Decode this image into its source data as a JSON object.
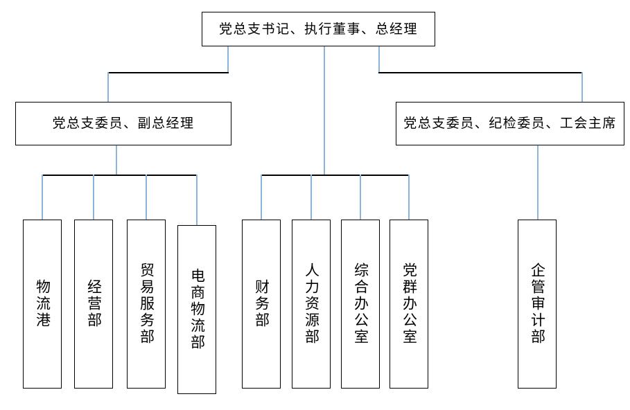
{
  "chart_data": {
    "type": "diagram",
    "title": "",
    "orientation": "top-down organizational hierarchy",
    "levels": 3,
    "colors": {
      "box_border": "#000000",
      "connector_vertical": "#8ab4d8",
      "connector_horizontal": "#000000",
      "background": "#ffffff",
      "text": "#000000"
    },
    "nodes": [
      {
        "id": "root",
        "label": "党总支书记、执行董事、总经理",
        "level": 1,
        "orientation": "horizontal"
      },
      {
        "id": "deputy-gm",
        "label": "党总支委员、副总经理",
        "level": 2,
        "orientation": "horizontal"
      },
      {
        "id": "discipline-union",
        "label": "党总支委员、纪检委员、工会主席",
        "level": 2,
        "orientation": "horizontal"
      },
      {
        "id": "logistics-port",
        "label": "物流港",
        "level": 3,
        "orientation": "vertical",
        "parent": "deputy-gm"
      },
      {
        "id": "operations-dept",
        "label": "经营部",
        "level": 3,
        "orientation": "vertical",
        "parent": "deputy-gm"
      },
      {
        "id": "trade-service-dept",
        "label": "贸易服务部",
        "level": 3,
        "orientation": "vertical",
        "parent": "deputy-gm"
      },
      {
        "id": "ecommerce-logistics-dept",
        "label": "电商物流部",
        "level": 3,
        "orientation": "vertical",
        "parent": "deputy-gm"
      },
      {
        "id": "finance-dept",
        "label": "财务部",
        "level": 3,
        "orientation": "vertical",
        "parent": "root"
      },
      {
        "id": "hr-dept",
        "label": "人力资源部",
        "level": 3,
        "orientation": "vertical",
        "parent": "root"
      },
      {
        "id": "general-office",
        "label": "综合办公室",
        "level": 3,
        "orientation": "vertical",
        "parent": "root"
      },
      {
        "id": "party-office",
        "label": "党群办公室",
        "level": 3,
        "orientation": "vertical",
        "parent": "root"
      },
      {
        "id": "audit-dept",
        "label": "企管审计部",
        "level": 3,
        "orientation": "vertical",
        "parent": "discipline-union"
      }
    ]
  },
  "top": {
    "label": "党总支书记、执行董事、总经理"
  },
  "level2": {
    "left": "党总支委员、副总经理",
    "right": "党总支委员、纪检委员、工会主席"
  },
  "departments": {
    "left_group": [
      {
        "label": "物流港"
      },
      {
        "label": "经营部"
      },
      {
        "label": "贸易服务部"
      },
      {
        "label": "电商物流部"
      }
    ],
    "middle_group": [
      {
        "label": "财务部"
      },
      {
        "label": "人力资源部"
      },
      {
        "label": "综合办公室"
      },
      {
        "label": "党群办公室"
      }
    ],
    "right_group": [
      {
        "label": "企管审计部"
      }
    ]
  }
}
